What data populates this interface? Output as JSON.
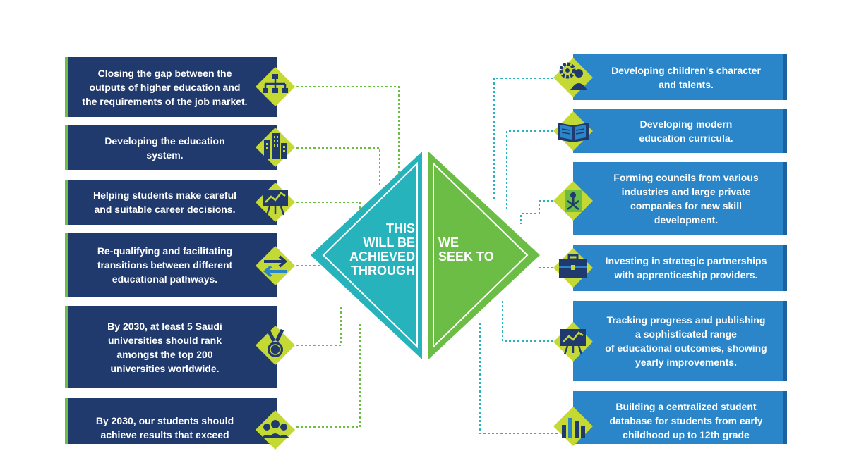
{
  "center": {
    "left_text": [
      "THIS",
      "WILL BE",
      "ACHIEVED",
      "THROUGH"
    ],
    "right_text": [
      "WE",
      "SEEK TO"
    ]
  },
  "left_items": [
    {
      "lines": [
        "Closing the gap between the",
        "outputs of higher education and",
        "the requirements of the job market."
      ],
      "icon": "org-chart-icon"
    },
    {
      "lines": [
        "Developing the education",
        "system."
      ],
      "icon": "buildings-icon"
    },
    {
      "lines": [
        "Helping students make careful",
        "and suitable career decisions."
      ],
      "icon": "chart-board-icon"
    },
    {
      "lines": [
        "Re-qualifying and facilitating",
        "transitions between different",
        "educational pathways."
      ],
      "icon": "swap-arrows-icon"
    },
    {
      "lines": [
        "By 2030, at least 5 Saudi",
        "universities should rank",
        "amongst the top 200",
        "universities worldwide."
      ],
      "icon": "medal-icon"
    },
    {
      "lines": [
        "By 2030, our students should",
        "achieve results that exceed"
      ],
      "icon": "group-icon"
    }
  ],
  "right_items": [
    {
      "lines": [
        "Developing children's character",
        "and talents."
      ],
      "icon": "gear-person-icon"
    },
    {
      "lines": [
        "Developing modern",
        "education curricula."
      ],
      "icon": "open-book-icon"
    },
    {
      "lines": [
        "Forming councils from various",
        "industries and large private",
        "companies for new skill",
        "development."
      ],
      "icon": "saudi-emblem-icon"
    },
    {
      "lines": [
        "Investing in strategic partnerships",
        "with apprenticeship providers."
      ],
      "icon": "briefcase-icon"
    },
    {
      "lines": [
        "Tracking progress and publishing",
        "a sophisticated range",
        "of educational outcomes, showing",
        "yearly improvements."
      ],
      "icon": "chart-board-icon"
    },
    {
      "lines": [
        "Building a centralized student",
        "database for students from early",
        "childhood up to 12th grade"
      ],
      "icon": "bar-chart-icon"
    }
  ],
  "colors": {
    "navy": "#213a6e",
    "blue": "#2a86c9",
    "lime": "#c5d934",
    "green": "#6cbd45",
    "teal": "#26b3bc",
    "dark_blue": "#1b63a0"
  }
}
